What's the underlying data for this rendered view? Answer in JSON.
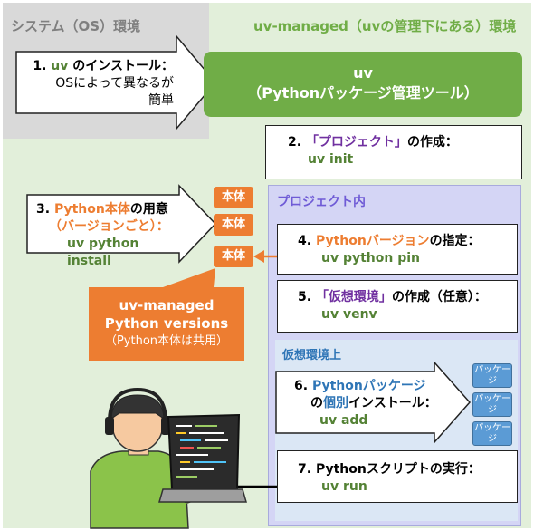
{
  "zones": {
    "system_title": "システム（OS）環境",
    "uv_title": "uv-managed（uvの管理下にある）環境",
    "project_title": "プロジェクト内",
    "venv_title": "仮想環境上"
  },
  "uv_box": {
    "line1": "uv",
    "line2": "（Pythonパッケージ管理ツール）"
  },
  "step1": {
    "num": "1.",
    "cmd": "uv",
    "text": "のインストール：",
    "line2": "OSによって異なるが",
    "line3": "簡単"
  },
  "step2": {
    "num": "2.",
    "q": "「プロジェクト」",
    "text": "の作成：",
    "cmd": "uv init"
  },
  "step3": {
    "num": "3.",
    "hl": "Python本体",
    "text": "の用意",
    "line2": "（バージョンごと）：",
    "cmd": "uv python install"
  },
  "tags": [
    "本体",
    "本体",
    "本体"
  ],
  "managed": {
    "line1": "uv-managed",
    "line2": "Python versions",
    "line3": "（Python本体は共用）"
  },
  "step4": {
    "num": "4.",
    "hl": "Pythonバージョン",
    "text": "の指定：",
    "cmd": "uv python pin"
  },
  "step5": {
    "num": "5.",
    "q": "「仮想環境」",
    "text": "の作成（任意）：",
    "cmd": "uv venv"
  },
  "step6": {
    "num": "6.",
    "hl": "Pythonパッケージ",
    "pre": "の",
    "hl2": "個別",
    "text": "インストール：",
    "cmd": "uv add"
  },
  "pkgs": [
    "パッケージ",
    "パッケージ",
    "パッケージ"
  ],
  "step7": {
    "num": "7.",
    "text": "Pythonスクリプトの実行：",
    "cmd": "uv run"
  },
  "colors": {
    "green": "#70ad47",
    "orange": "#ed7d31",
    "purple": "#7030a0",
    "blue": "#5b9bd5"
  }
}
